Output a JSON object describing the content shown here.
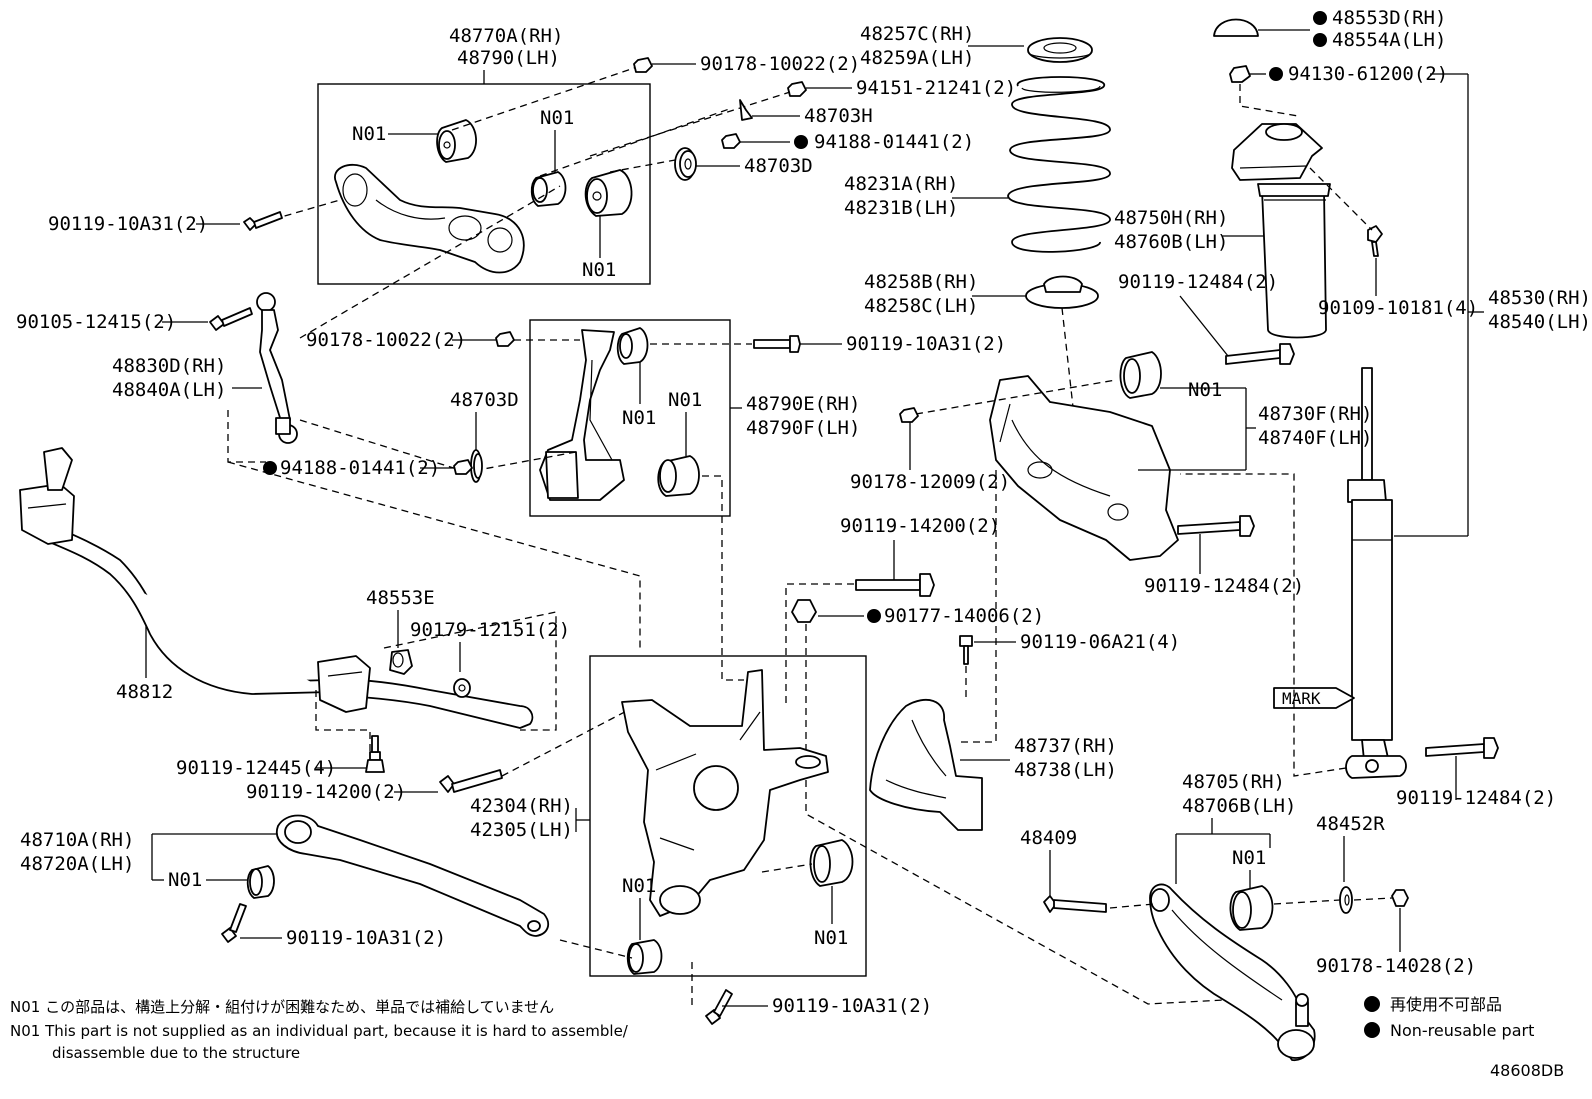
{
  "labels": {
    "l48770A": "48770A(RH)",
    "l48790": "48790(LH)",
    "l90178_10022_a": "90178-10022(2)",
    "l94151": "94151-21241(2)",
    "l48703H": "48703H",
    "l94188_a": "94188-01441(2)",
    "l48703D_a": "48703D",
    "l90119_10A31_a": "90119-10A31(2)",
    "l90105": "90105-12415(2)",
    "l48830D": "48830D(RH)",
    "l48840A": "48840A(LH)",
    "l90178_10022_b": "90178-10022(2)",
    "l90119_10A31_b": "90119-10A31(2)",
    "l48703D_b": "48703D",
    "l48790E": "48790E(RH)",
    "l48790F": "48790F(LH)",
    "l94188_b": "94188-01441(2)",
    "l48257C": "48257C(RH)",
    "l48259A": "48259A(LH)",
    "l48231A": "48231A(RH)",
    "l48231B": "48231B(LH)",
    "l48750H": "48750H(RH)",
    "l48760B": "48760B(LH)",
    "l48258B": "48258B(RH)",
    "l48258C": "48258C(LH)",
    "l48553D": "48553D(RH)",
    "l48554A": "48554A(LH)",
    "l94130": "94130-61200(2)",
    "l90119_12484_a": "90119-12484(2)",
    "l90109": "90109-10181(4)",
    "l48530": "48530(RH)",
    "l48540": "48540(LH)",
    "l48730F": "48730F(RH)",
    "l48740F": "48740F(LH)",
    "l90178_12009": "90178-12009(2)",
    "l90119_14200_a": "90119-14200(2)",
    "l90119_12484_b": "90119-12484(2)",
    "l90177": "90177-14006(2)",
    "l90119_06A21": "90119-06A21(4)",
    "l48812": "48812",
    "l48553E": "48553E",
    "l90179": "90179-12151(2)",
    "l90119_12445": "90119-12445(4)",
    "l90119_14200_b": "90119-14200(2)",
    "l42304": "42304(RH)",
    "l42305": "42305(LH)",
    "l48737": "48737(RH)",
    "l48738": "48738(LH)",
    "mark": "MARK",
    "l48705": "48705(RH)",
    "l48706B": "48706B(LH)",
    "l48409": "48409",
    "l48452R": "48452R",
    "l90178_14028": "90178-14028(2)",
    "l90119_12484_c": "90119-12484(2)",
    "l48710A": "48710A(RH)",
    "l48720A": "48720A(LH)",
    "l90119_10A31_c": "90119-10A31(2)",
    "l90119_10A31_d": "90119-10A31(2)",
    "n01": "N01"
  },
  "notes": {
    "jp": "N01 この部品は、構造上分解・組付けが困難なため、単品では補給していません",
    "en1": "N01 This part is not supplied as an individual part, because it is hard to assemble/",
    "en2": "disassemble due to the structure"
  },
  "legend": {
    "jp": "再使用不可部品",
    "en": "Non-reusable part"
  },
  "diagram_code": "48608DB"
}
